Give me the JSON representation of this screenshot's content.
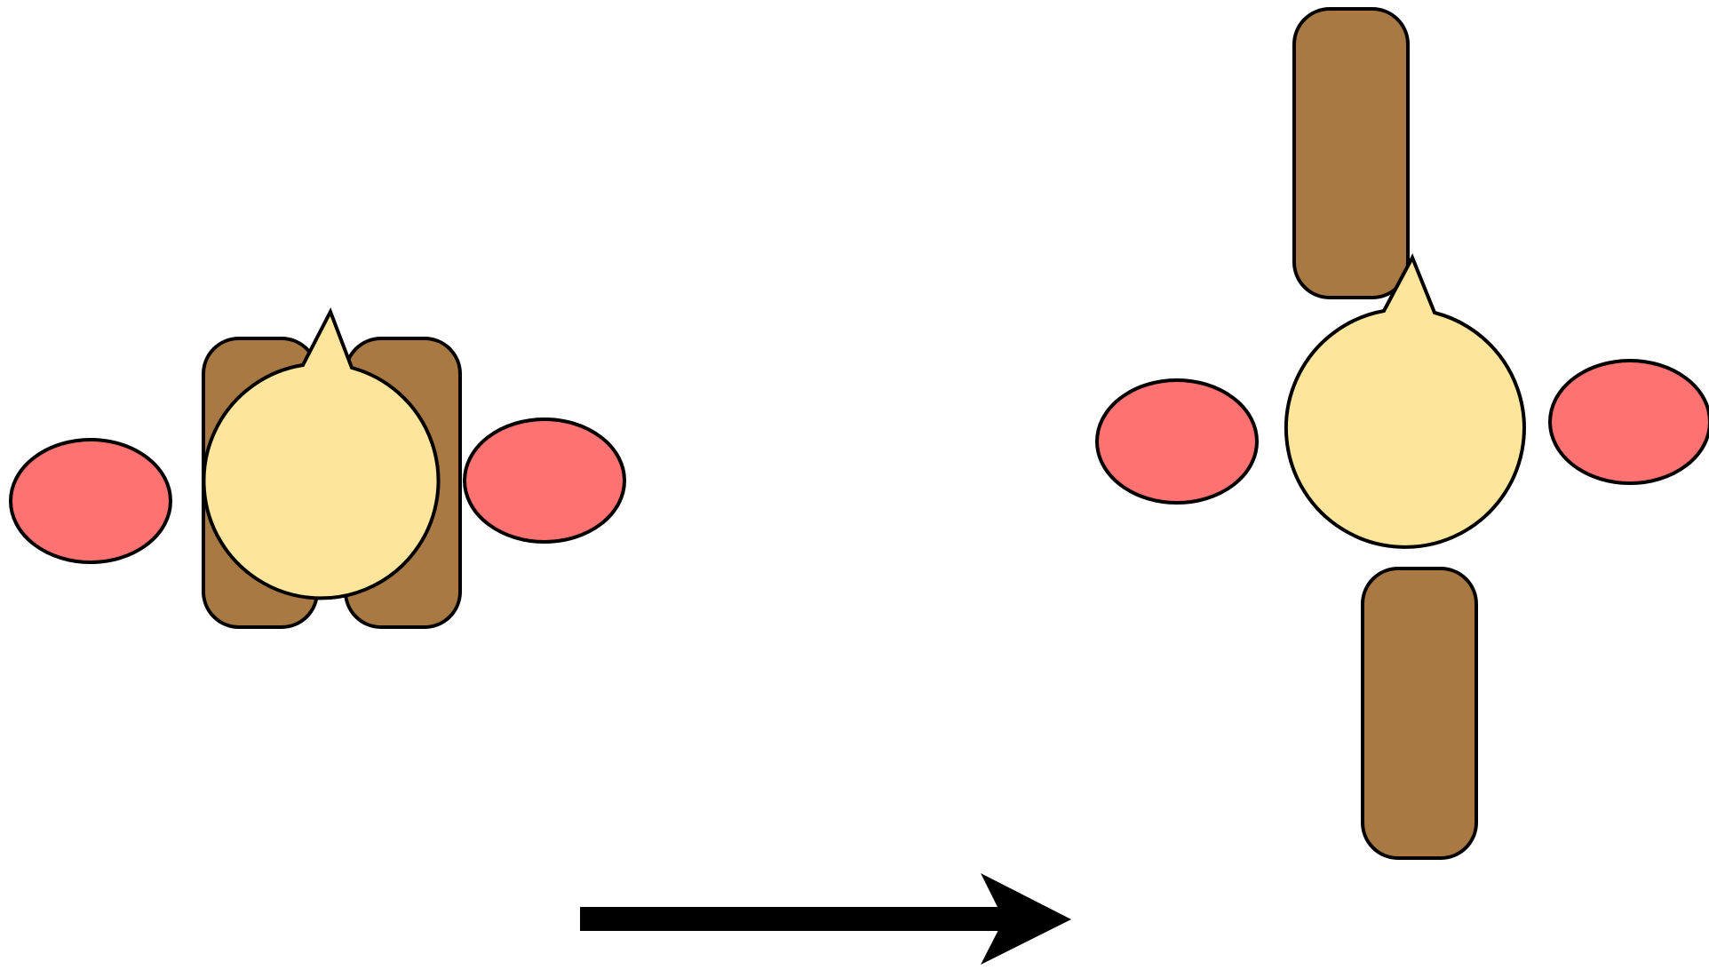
{
  "colors": {
    "background": "#ffffff",
    "outline": "#000000",
    "head": "#fde69c",
    "arm": "#a87942",
    "oval": "#ff7272",
    "arrow": "#000000"
  },
  "figures": {
    "before": {
      "state": "arms-down",
      "parts": [
        "left-oval",
        "left-arm",
        "right-arm",
        "head",
        "right-oval"
      ]
    },
    "after": {
      "state": "arms-spread",
      "parts": [
        "upper-arm",
        "left-oval",
        "head",
        "right-oval",
        "lower-arm"
      ]
    }
  },
  "transition_arrow": {
    "direction": "right",
    "icon": "arrow-right-icon"
  }
}
